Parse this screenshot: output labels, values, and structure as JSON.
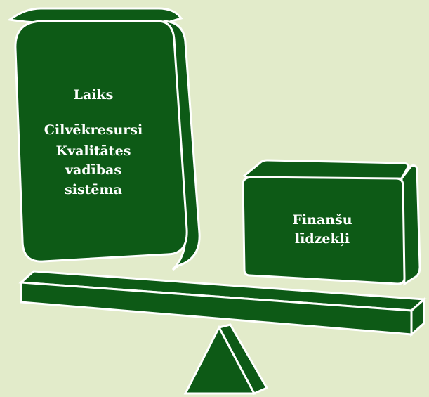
{
  "background_color": "#e2ebca",
  "block_color": "#0d5a16",
  "outline_color": "#ffffff",
  "left_block": {
    "lines": [
      "Laiks",
      "Cilvēkresursi",
      "Kvalitātes",
      "vadības",
      "sistēma"
    ]
  },
  "right_block": {
    "lines": [
      "Finanšu",
      "līdzekļi"
    ]
  }
}
